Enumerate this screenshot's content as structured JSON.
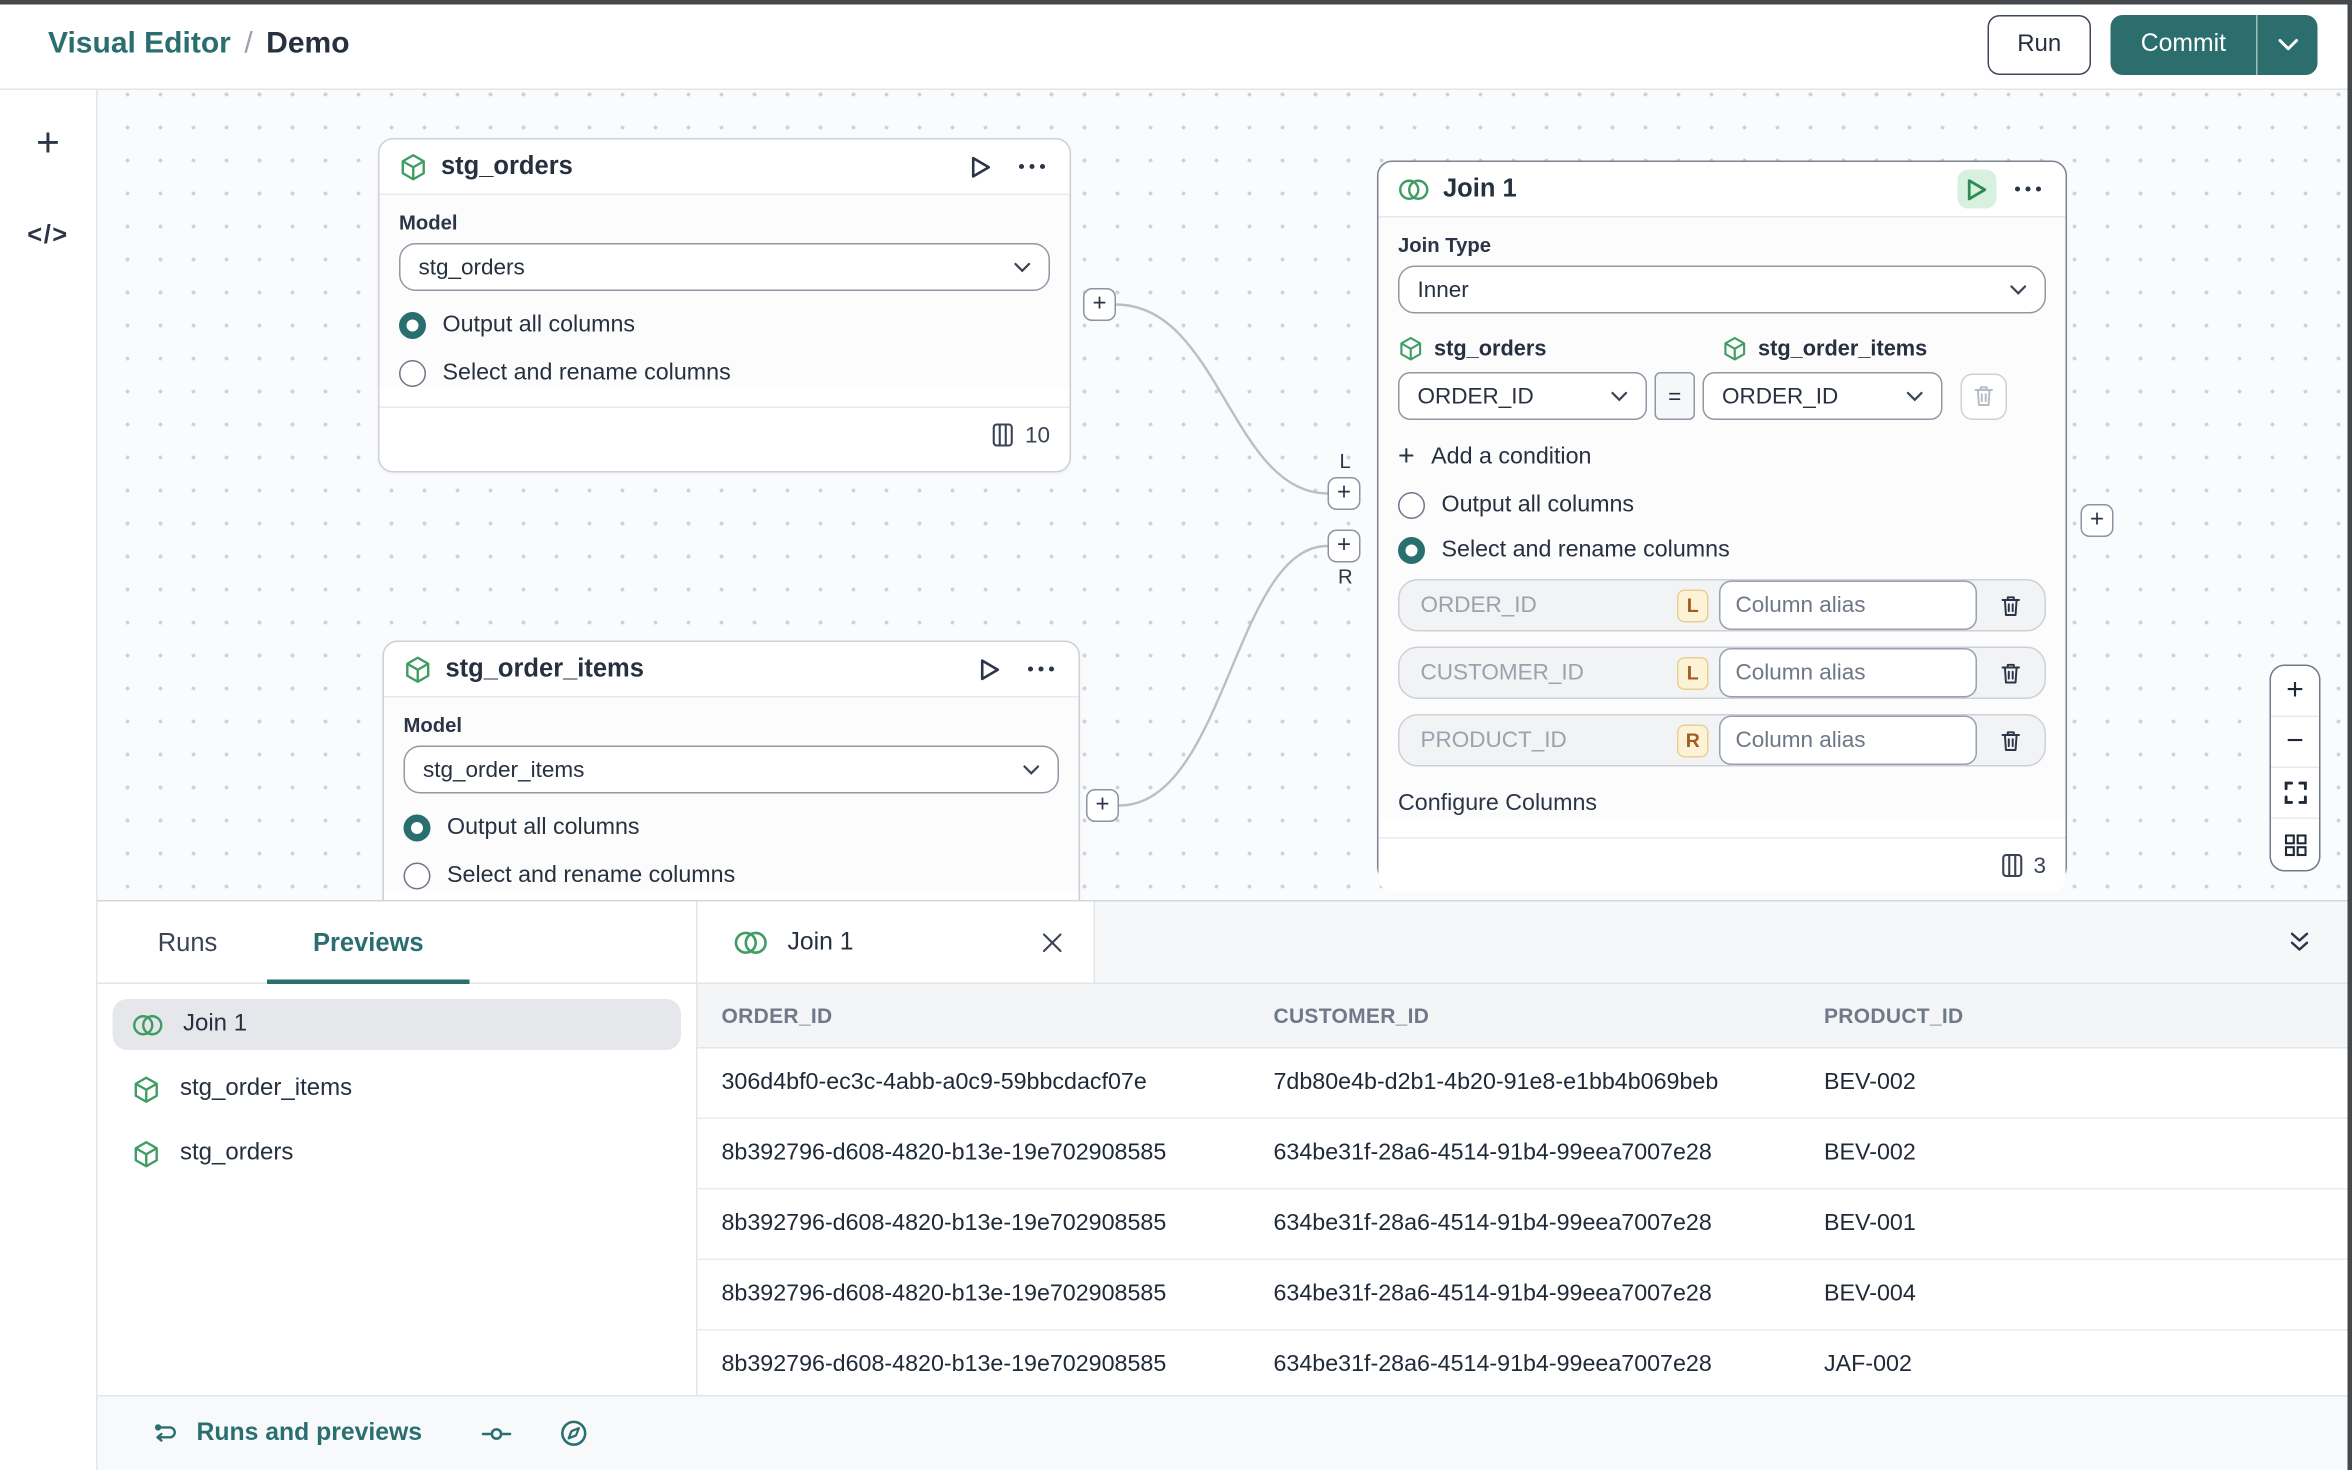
{
  "header": {
    "breadcrumb": {
      "app": "Visual Editor",
      "separator": "/",
      "page": "Demo"
    },
    "run_label": "Run",
    "commit_label": "Commit"
  },
  "toolbar": {
    "add_glyph": "+",
    "code_glyph": "</>"
  },
  "canvas": {
    "handles": {
      "plus": "+",
      "left_label": "L",
      "right_label": "R"
    },
    "zoom_controls": {
      "zoom_in": "+",
      "zoom_out": "−"
    },
    "nodes": {
      "stg_orders": {
        "title": "stg_orders",
        "model_label": "Model",
        "model_value": "stg_orders",
        "radio_output": "Output all columns",
        "radio_select": "Select and rename columns",
        "column_count": "10"
      },
      "stg_order_items": {
        "title": "stg_order_items",
        "model_label": "Model",
        "model_value": "stg_order_items",
        "radio_output": "Output all columns",
        "radio_select": "Select and rename columns"
      },
      "join": {
        "title": "Join 1",
        "join_type_label": "Join Type",
        "join_type_value": "Inner",
        "left_table": "stg_orders",
        "right_table": "stg_order_items",
        "left_key": "ORDER_ID",
        "equals": "=",
        "right_key": "ORDER_ID",
        "add_condition_label": "Add a condition",
        "add_condition_plus": "+",
        "radio_output": "Output all columns",
        "radio_select": "Select and rename columns",
        "alias_placeholder": "Column alias",
        "alias_rows": [
          {
            "name": "ORDER_ID",
            "side": "L"
          },
          {
            "name": "CUSTOMER_ID",
            "side": "L"
          },
          {
            "name": "PRODUCT_ID",
            "side": "R"
          }
        ],
        "configure_label": "Configure Columns",
        "column_count": "3"
      }
    }
  },
  "bottom_panel": {
    "tabs": {
      "runs": "Runs",
      "previews": "Previews"
    },
    "list": [
      {
        "label": "Join 1"
      },
      {
        "label": "stg_order_items"
      },
      {
        "label": "stg_orders"
      }
    ],
    "preview_tab_label": "Join 1",
    "table": {
      "headers": [
        "ORDER_ID",
        "CUSTOMER_ID",
        "PRODUCT_ID"
      ],
      "rows": [
        [
          "306d4bf0-ec3c-4abb-a0c9-59bbcdacf07e",
          "7db80e4b-d2b1-4b20-91e8-e1bb4b069beb",
          "BEV-002"
        ],
        [
          "8b392796-d608-4820-b13e-19e702908585",
          "634be31f-28a6-4514-91b4-99eea7007e28",
          "BEV-002"
        ],
        [
          "8b392796-d608-4820-b13e-19e702908585",
          "634be31f-28a6-4514-91b4-99eea7007e28",
          "BEV-001"
        ],
        [
          "8b392796-d608-4820-b13e-19e702908585",
          "634be31f-28a6-4514-91b4-99eea7007e28",
          "BEV-004"
        ],
        [
          "8b392796-d608-4820-b13e-19e702908585",
          "634be31f-28a6-4514-91b4-99eea7007e28",
          "JAF-002"
        ]
      ]
    }
  },
  "status_bar": {
    "label": "Runs and previews"
  },
  "colors": {
    "teal": "#2a6f70",
    "green": "#3f9d63",
    "badge_bg": "#fcf3d6",
    "badge_text": "#a65a22"
  }
}
